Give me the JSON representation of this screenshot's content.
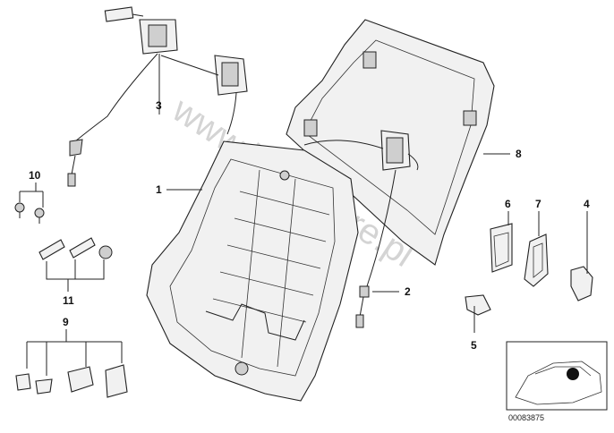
{
  "watermark": "www.bmwstore.pl",
  "reference_number": "00083875",
  "callouts": [
    "1",
    "2",
    "3",
    "4",
    "5",
    "6",
    "7",
    "8",
    "9",
    "10",
    "11"
  ]
}
